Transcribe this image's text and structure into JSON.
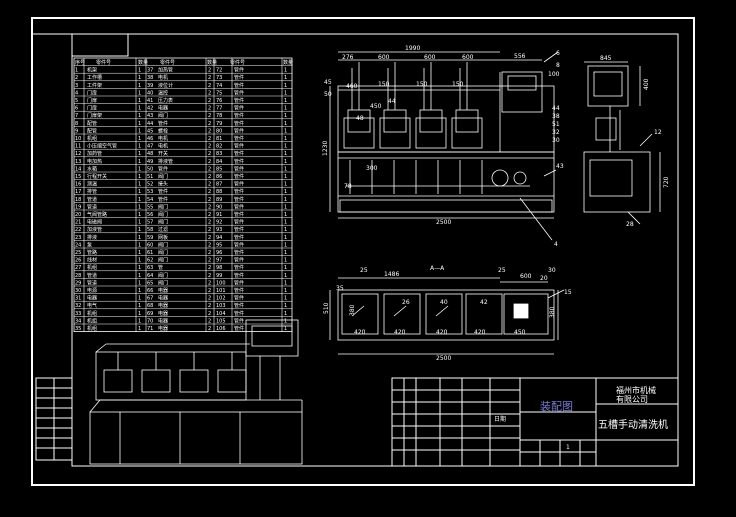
{
  "title_block": {
    "company_line1": "福州市机械",
    "company_line2": "有限公司",
    "drawing_type": "装配图",
    "product_name": "五槽手动清洗机",
    "sheet_no": "1",
    "left_cell": "日期"
  },
  "section_label": "A—A",
  "bom_header": [
    "序号",
    "零件号",
    "数量",
    "零件号",
    "数量",
    "零件号",
    "数量"
  ],
  "bom_col1": [
    "机架",
    "工作槽",
    "工件架",
    "门扉",
    "门扉",
    "门扉",
    "门扉架",
    "配管",
    "配管",
    "机组",
    "小压缩空气管",
    "加药管",
    "电加热",
    "水箱",
    "行程开关",
    "测温",
    "排管",
    "管道",
    "管道",
    "气阀管路",
    "电磁阀",
    "加液管",
    "排液",
    "泵",
    "管路",
    "线材",
    "机组",
    "管道",
    "管道",
    "电源",
    "电器",
    "电气",
    "机组",
    "机组",
    "机组"
  ],
  "bom_col2": [
    "加热管",
    "电机",
    "液位计",
    "温控",
    "压力表",
    "电器",
    "阀门",
    "管件",
    "螺栓",
    "电机",
    "电机",
    "开关",
    "排液管",
    "管件",
    "阀门",
    "接头",
    "管件",
    "管件",
    "阀门",
    "阀门",
    "阀门",
    "过滤",
    "网板",
    "阀门",
    "阀门",
    "阀门",
    "管",
    "阀门",
    "阀门",
    "电器",
    "电器",
    "电器",
    "电器",
    "电器",
    "电器"
  ],
  "bom_col3": [
    "管件",
    "管件",
    "管件",
    "管件",
    "管件",
    "管件",
    "管件",
    "管件",
    "管件",
    "管件",
    "管件",
    "管件",
    "管件",
    "管件",
    "管件",
    "管件",
    "管件",
    "管件",
    "管件",
    "管件",
    "管件",
    "管件",
    "管件",
    "管件",
    "管件",
    "管件",
    "管件",
    "管件",
    "管件",
    "管件",
    "管件",
    "管件",
    "管件",
    "管件",
    "管件"
  ],
  "front_dims": {
    "overall_top": "1990",
    "top_segments": [
      "276",
      "600",
      "600",
      "600"
    ],
    "right_top": "556",
    "right_small_a": "6",
    "right_small_b": "8",
    "right_small_c": "100",
    "left_a": "45",
    "left_b": "50",
    "mid_a": "460",
    "mid_b": "150",
    "mid_c": "150",
    "mid_d": "150",
    "mid_e": "44",
    "mid_f": "450",
    "mid_g": "48",
    "height_total": "1230",
    "bottom_total": "2500",
    "lower_left": "78",
    "lower_mid": "300",
    "callout_43": "43",
    "callout_4": "4",
    "callouts_right": [
      "44",
      "38",
      "51",
      "32",
      "30"
    ]
  },
  "side_dims": {
    "top": "845",
    "right_h": "400",
    "callout": "12",
    "height": "720",
    "callout_b": "28"
  },
  "top_dims": {
    "overall": "2500",
    "left": "1486",
    "seg_a": "25",
    "seg_b": "600",
    "seg_c": "25",
    "seg_d": "30",
    "seg_e": "20",
    "bottom_segments": [
      "420",
      "420",
      "420",
      "420",
      "450"
    ],
    "left_h": "510",
    "left_h2": "380",
    "right_h": "380",
    "callouts": [
      "35",
      "26",
      "40",
      "42",
      "15"
    ]
  }
}
